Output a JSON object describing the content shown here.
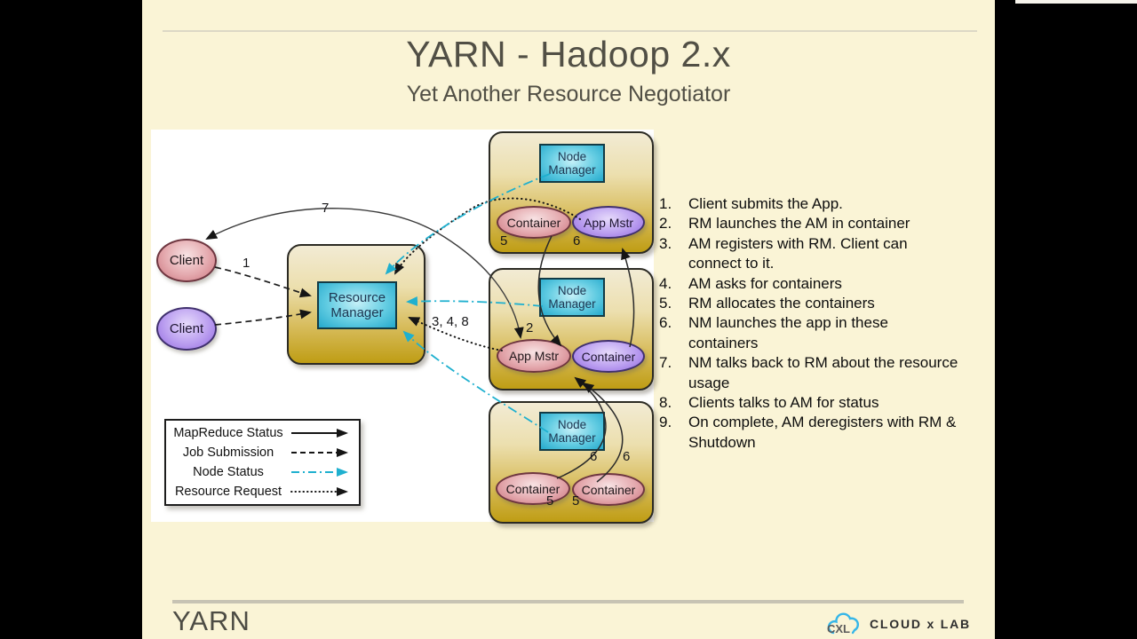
{
  "slide": {
    "title": "YARN - Hadoop 2.x",
    "subtitle": "Yet Another Resource Negotiator",
    "footer": {
      "label": "YARN",
      "brand": "CLOUD x LAB",
      "brand_mark": "CXL"
    }
  },
  "steps": [
    {
      "num": "1.",
      "text": "Client submits the App."
    },
    {
      "num": "2.",
      "text": "RM launches the AM in container"
    },
    {
      "num": "3.",
      "text": "AM registers with RM. Client can connect to it."
    },
    {
      "num": "4.",
      "text": "AM asks for containers"
    },
    {
      "num": "5.",
      "text": "RM allocates the containers"
    },
    {
      "num": "6.",
      "text": "NM launches the app in these containers"
    },
    {
      "num": "7.",
      "text": "NM talks back to RM about the resource usage"
    },
    {
      "num": "8.",
      "text": "Clients talks to AM for status"
    },
    {
      "num": "9.",
      "text": "On complete, AM deregisters with RM & Shutdown"
    }
  ],
  "diagram": {
    "clients": [
      {
        "label": "Client",
        "color": "#dd9aa0"
      },
      {
        "label": "Client",
        "color": "#a888e8"
      }
    ],
    "resource_manager": {
      "label": "Resource Manager"
    },
    "node_managers": [
      {
        "label": "Node Manager",
        "ellipses": [
          {
            "label": "Container",
            "color": "pink"
          },
          {
            "label": "App Mstr",
            "color": "purple"
          }
        ]
      },
      {
        "label": "Node Manager",
        "ellipses": [
          {
            "label": "App Mstr",
            "color": "pink"
          },
          {
            "label": "Container",
            "color": "purple"
          }
        ]
      },
      {
        "label": "Node Manager",
        "ellipses": [
          {
            "label": "Container",
            "color": "pink"
          },
          {
            "label": "Container",
            "color": "pink"
          }
        ]
      }
    ],
    "numbers": {
      "n7": "7",
      "n1": "1",
      "n348": "3, 4, 8",
      "n2": "2",
      "nm1_5": "5",
      "nm1_6": "6",
      "nm3_6a": "6",
      "nm3_6b": "6",
      "nm3_5a": "5",
      "nm3_5b": "5"
    },
    "legend": {
      "items": [
        {
          "label": "MapReduce Status",
          "style": "solid",
          "color": "#151515"
        },
        {
          "label": "Job Submission",
          "style": "dashed",
          "color": "#151515"
        },
        {
          "label": "Node Status",
          "style": "dashdot",
          "color": "#1fb0cf"
        },
        {
          "label": "Resource Request",
          "style": "dotted",
          "color": "#151515"
        }
      ]
    },
    "colors": {
      "slide_bg": "#faf4d6",
      "gold": "#bf9d14",
      "cyan_box": "#35b5d6",
      "node_status_line": "#1fb0cf",
      "pink": "#dd9aa0",
      "purple": "#a888e8"
    }
  }
}
